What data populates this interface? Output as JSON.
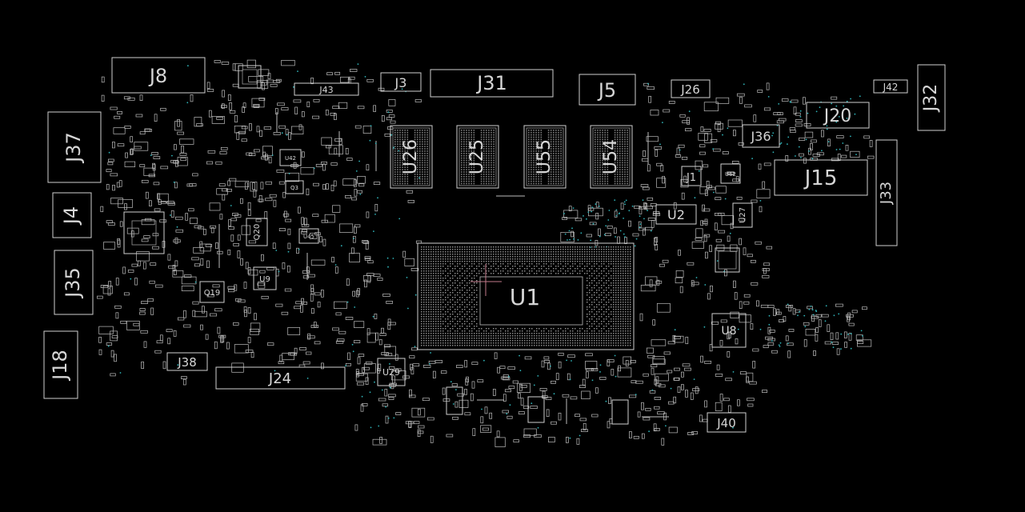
{
  "board": {
    "background": "#000000",
    "outline_color": "#cfcfcf",
    "via_color": "#2fb3b8",
    "marker_color": "#c27a8a"
  },
  "components": [
    {
      "ref": "J8"
    },
    {
      "ref": "J37"
    },
    {
      "ref": "J4"
    },
    {
      "ref": "J35"
    },
    {
      "ref": "J18"
    },
    {
      "ref": "J43"
    },
    {
      "ref": "J3"
    },
    {
      "ref": "J31"
    },
    {
      "ref": "J5"
    },
    {
      "ref": "J26"
    },
    {
      "ref": "J42"
    },
    {
      "ref": "J32"
    },
    {
      "ref": "J20"
    },
    {
      "ref": "J36"
    },
    {
      "ref": "J15"
    },
    {
      "ref": "J33"
    },
    {
      "ref": "J1"
    },
    {
      "ref": "U2"
    },
    {
      "ref": "U27"
    },
    {
      "ref": "U26"
    },
    {
      "ref": "U25"
    },
    {
      "ref": "U55"
    },
    {
      "ref": "U54"
    },
    {
      "ref": "U1"
    },
    {
      "ref": "U8"
    },
    {
      "ref": "U29"
    },
    {
      "ref": "U9"
    },
    {
      "ref": "Q19"
    },
    {
      "ref": "Q20"
    },
    {
      "ref": "J38"
    },
    {
      "ref": "J24"
    },
    {
      "ref": "J40"
    },
    {
      "ref": "U62"
    },
    {
      "ref": "U42"
    },
    {
      "ref": "U45"
    },
    {
      "ref": "Q3"
    }
  ]
}
